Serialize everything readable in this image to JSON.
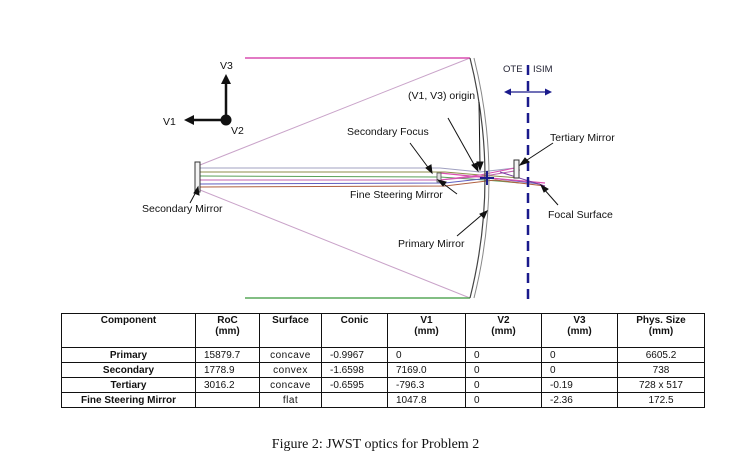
{
  "labels": {
    "v3": "V3",
    "v1": "V1",
    "v2": "V2",
    "origin": "(V1, V3) origin",
    "ote": "OTE",
    "isim": "ISIM",
    "secondary_focus": "Secondary Focus",
    "tertiary_mirror": "Tertiary Mirror",
    "fine_steering_mirror": "Fine Steering Mirror",
    "focal_surface": "Focal Surface",
    "secondary_mirror": "Secondary Mirror",
    "primary_mirror": "Primary Mirror"
  },
  "table": {
    "headers": [
      [
        "Component",
        ""
      ],
      [
        "RoC",
        "(mm)"
      ],
      [
        "Surface",
        ""
      ],
      [
        "Conic",
        ""
      ],
      [
        "V1",
        "(mm)"
      ],
      [
        "V2",
        "(mm)"
      ],
      [
        "V3",
        "(mm)"
      ],
      [
        "Phys. Size",
        "(mm)"
      ]
    ],
    "rows": [
      [
        "Primary",
        "15879.7",
        "concave",
        "-0.9967",
        "0",
        "0",
        "0",
        "6605.2"
      ],
      [
        "Secondary",
        "1778.9",
        "convex",
        "-1.6598",
        "7169.0",
        "0",
        "0",
        "738"
      ],
      [
        "Tertiary",
        "3016.2",
        "concave",
        "-0.6595",
        "-796.3",
        "0",
        "-0.19",
        "728 x 517"
      ],
      [
        "Fine Steering Mirror",
        "",
        "flat",
        "",
        "1047.8",
        "0",
        "-2.36",
        "172.5"
      ]
    ]
  },
  "caption": "Figure 2: JWST optics for Problem 2",
  "colors": {
    "line": "#111111",
    "cone": "#c8a2c8",
    "dashed": "#1a1a8c",
    "magenta": "#d94fb0",
    "green": "#59a85a"
  }
}
